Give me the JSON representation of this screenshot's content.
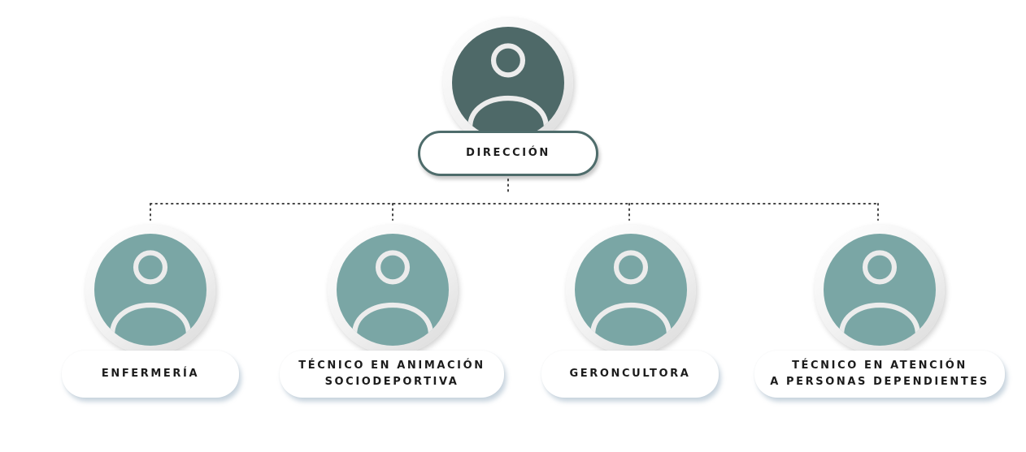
{
  "colors": {
    "root_avatar": "#4e6968",
    "sub_avatar": "#7aa6a5",
    "root_border": "#4e6c6b",
    "person_outline": "#ececec",
    "connector": "#444444"
  },
  "root": {
    "icon": "person-icon",
    "label": "DIRECCIÓN"
  },
  "children": [
    {
      "icon": "person-icon",
      "label": "ENFERMERÍA"
    },
    {
      "icon": "person-icon",
      "label": "TÉCNICO EN ANIMACIÓN\nSOCIODEPORTIVA"
    },
    {
      "icon": "person-icon",
      "label": "GERONCULTORA"
    },
    {
      "icon": "person-icon",
      "label": "TÉCNICO EN ATENCIÓN\nA PERSONAS DEPENDIENTES"
    }
  ]
}
